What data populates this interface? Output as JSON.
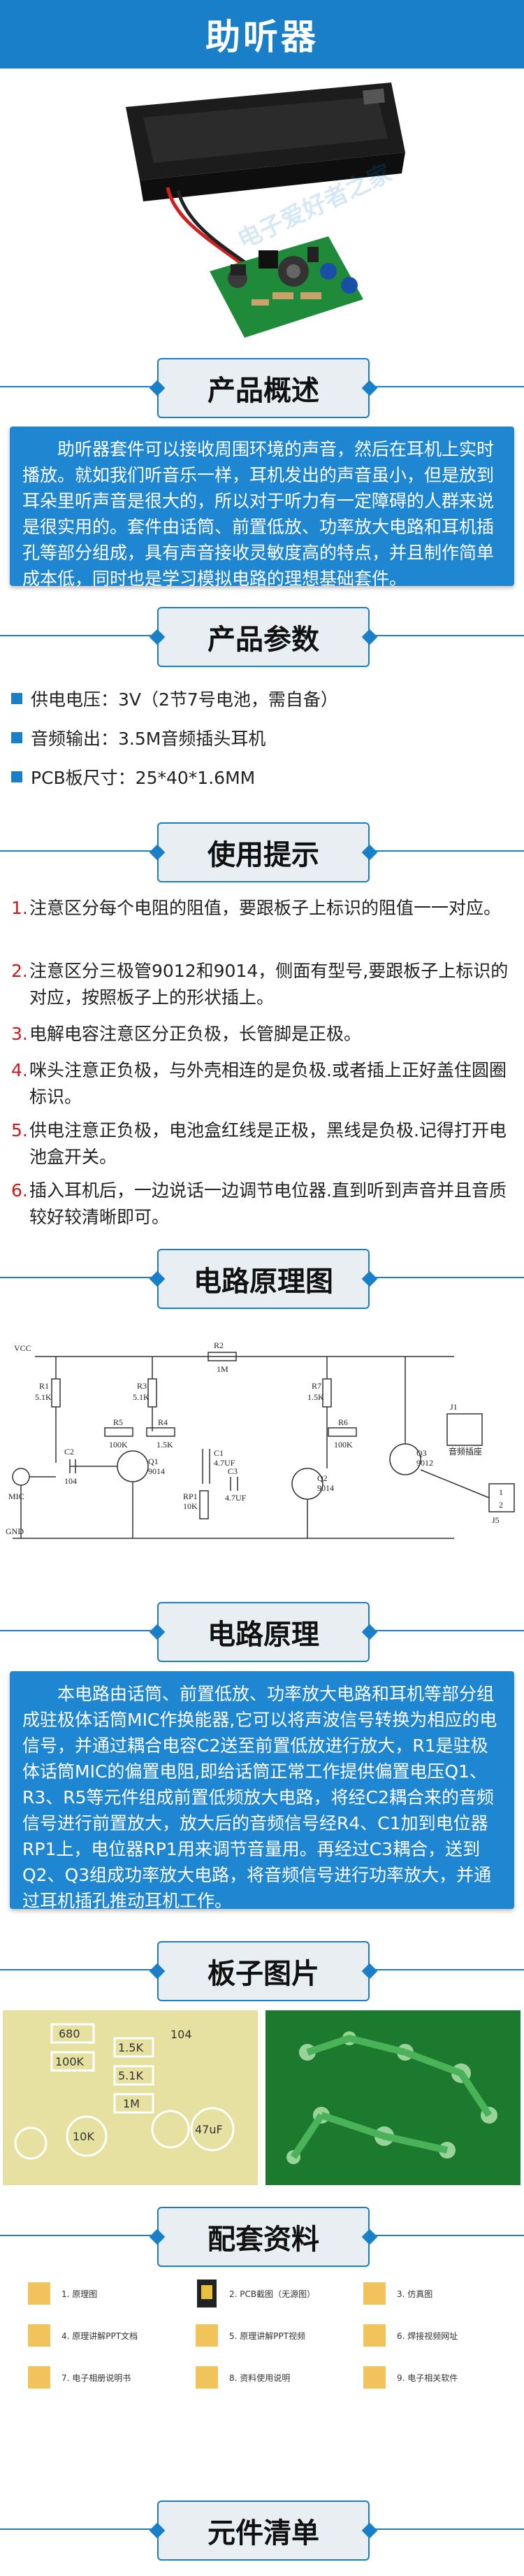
{
  "title": "助听器",
  "sections": {
    "overview": "产品概述",
    "params": "产品参数",
    "tips": "使用提示",
    "schematic": "电路原理图",
    "principle": "电路原理",
    "board": "板子图片",
    "materials": "配套资料",
    "parts": "元件清单"
  },
  "overview_text": "助听器套件可以接收周围环境的声音，然后在耳机上实时播放。就如我们听音乐一样，耳机发出的声音虽小，但是放到耳朵里听声音是很大的，所以对于听力有一定障碍的人群来说是很实用的。套件由话筒、前置低放、功率放大电路和耳机插孔等部分组成，具有声音接收灵敏度高的特点，并且制作简单成本低，同时也是学习模拟电路的理想基础套件。",
  "params": [
    "供电电压：3V（2节7号电池，需自备）",
    "音频输出：3.5M音频插头耳机",
    "PCB板尺寸：25*40*1.6MM"
  ],
  "tips": [
    {
      "num": "1.",
      "text": "注意区分每个电阻的阻值，要跟板子上标识的阻值一一对应。"
    },
    {
      "num": "2.",
      "text": "注意区分三极管9012和9014，侧面有型号,要跟板子上标识的对应，按照板子上的形状插上。"
    },
    {
      "num": "3.",
      "text": "电解电容注意区分正负极，长管脚是正极。"
    },
    {
      "num": "4.",
      "text": "咪头注意正负极，与外壳相连的是负极.或者插上正好盖住圆圈标识。"
    },
    {
      "num": "5.",
      "text": "供电注意正负极，电池盒红线是正极，黑线是负极.记得打开电池盒开关。"
    },
    {
      "num": "6.",
      "text": "插入耳机后，一边说话一边调节电位器.直到听到声音并且音质较好较清晰即可。"
    }
  ],
  "principle_text": "本电路由话筒、前置低放、功率放大电路和耳机等部分组成驻极体话筒MIC作换能器,它可以将声波信号转换为相应的电信号，并通过耦合电容C2送至前置低放进行放大，R1是驻极体话筒MIC的偏置电阻,即给话筒正常工作提供偏置电压Q1、R3、R5等元件组成前置低频放大电路，将经C2耦合来的音频信号进行前置放大，放大后的音频信号经R4、C1加到电位器RP1上，电位器RP1用来调节音量用。再经过C3耦合，送到Q2、Q3组成功率放大电路，将音频信号进行功率放大，并通过耳机插孔推动耳机工作。",
  "schematic_labels": {
    "vcc": "VCC",
    "gnd": "GND",
    "mic": "MIC",
    "r1": "R1",
    "r1v": "5.1K",
    "r2": "R2",
    "r2v": "1M",
    "r3": "R3",
    "r3v": "5.1K",
    "r4": "R4",
    "r4v": "1.5K",
    "r5": "R5",
    "r5v": "100K",
    "r6": "R6",
    "r6v": "100K",
    "r7": "R7",
    "r7v": "1.5K",
    "c1": "C1",
    "c1v": "4.7UF",
    "c2": "C2",
    "c2v": "104",
    "c3": "C3",
    "c3v": "4.7UF",
    "q1": "Q1",
    "q1v": "9014",
    "q2": "Q2",
    "q2v": "9014",
    "q3": "Q3",
    "q3v": "9012",
    "rp1": "RP1",
    "rp1v": "10K",
    "j1": "J1",
    "jack": "音频插座",
    "j5": "J5",
    "p1": "1",
    "p2": "2"
  },
  "board_labels": [
    "680",
    "1.5K",
    "5.1K",
    "100K",
    "1M",
    "10K",
    "47uF",
    "104"
  ],
  "materials": [
    {
      "name": "1. 原理图"
    },
    {
      "name": "2. PCB截图（无源图）"
    },
    {
      "name": "3. 仿真图"
    },
    {
      "name": "4. 原理讲解PPT文档"
    },
    {
      "name": "5. 原理讲解PPT视频"
    },
    {
      "name": "6. 焊接视频网址"
    },
    {
      "name": "7. 电子相册说明书"
    },
    {
      "name": "8. 资料使用说明"
    },
    {
      "name": "9. 电子相关软件"
    }
  ],
  "watermark": "电子爱好者之家",
  "colors": {
    "accent": "#1a7fc9",
    "tip_num": "#d01818",
    "pcb_green": "#1b7a2e",
    "board_yellow": "#e6e1a0"
  }
}
